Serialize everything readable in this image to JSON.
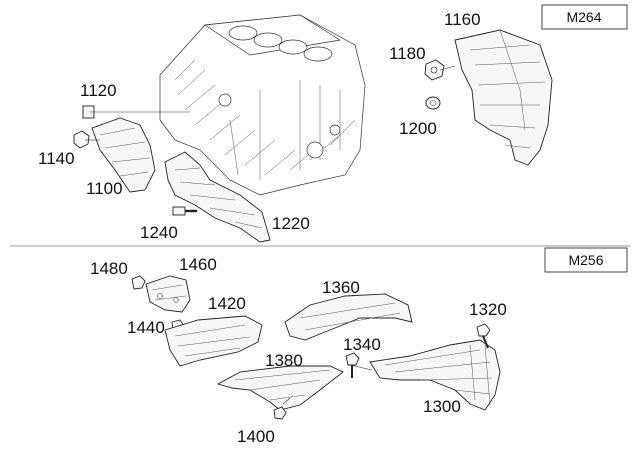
{
  "sections": [
    {
      "variant": "M264",
      "callouts": [
        "1160",
        "1180",
        "1200",
        "1120",
        "1140",
        "1100",
        "1240",
        "1220"
      ]
    },
    {
      "variant": "M256",
      "callouts": [
        "1480",
        "1460",
        "1360",
        "1420",
        "1440",
        "1340",
        "1320",
        "1380",
        "1300",
        "1400"
      ]
    }
  ]
}
